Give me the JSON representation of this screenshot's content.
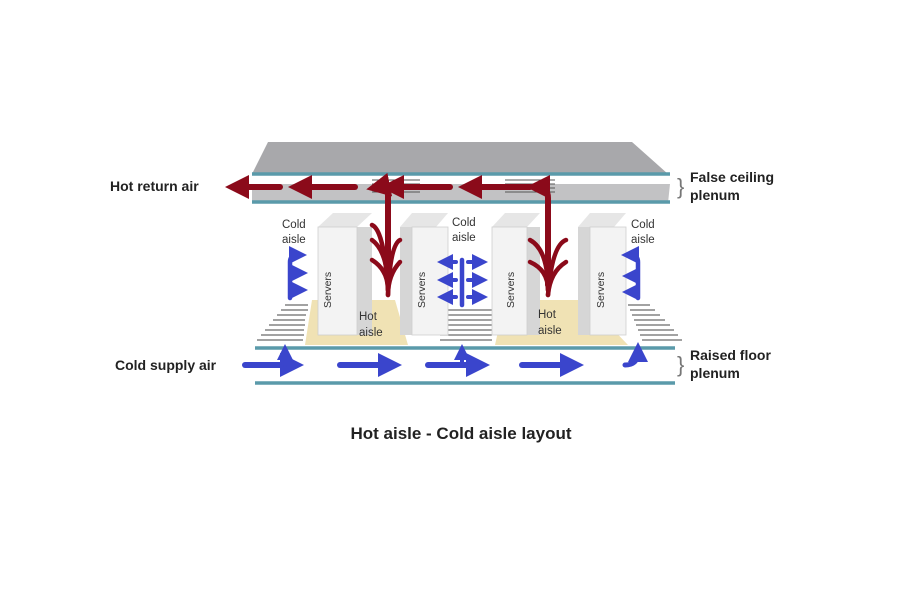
{
  "diagram": {
    "caption": "Hot aisle - Cold aisle layout",
    "labels": {
      "hot_return_air": "Hot return air",
      "cold_supply_air": "Cold supply air",
      "false_ceiling_line1": "False ceiling",
      "false_ceiling_line2": "plenum",
      "raised_floor_line1": "Raised floor",
      "raised_floor_line2": "plenum"
    },
    "aisles": {
      "cold_1": [
        "Cold",
        "aisle"
      ],
      "cold_2": [
        "Cold",
        "aisle"
      ],
      "cold_3": [
        "Cold",
        "aisle"
      ],
      "hot_1": [
        "Hot",
        "aisle"
      ],
      "hot_2": [
        "Hot",
        "aisle"
      ]
    },
    "servers": [
      "Servers",
      "Servers",
      "Servers",
      "Servers"
    ]
  },
  "colors": {
    "hot_air": "#8b0a1a",
    "cold_air": "#3a45cc",
    "plenum_edge": "#5a9aaa",
    "ceiling": "#a8a8ab",
    "hot_floor": "#f0e2b4",
    "server_face": "#f3f3f3",
    "server_side": "#d6d6d6"
  }
}
